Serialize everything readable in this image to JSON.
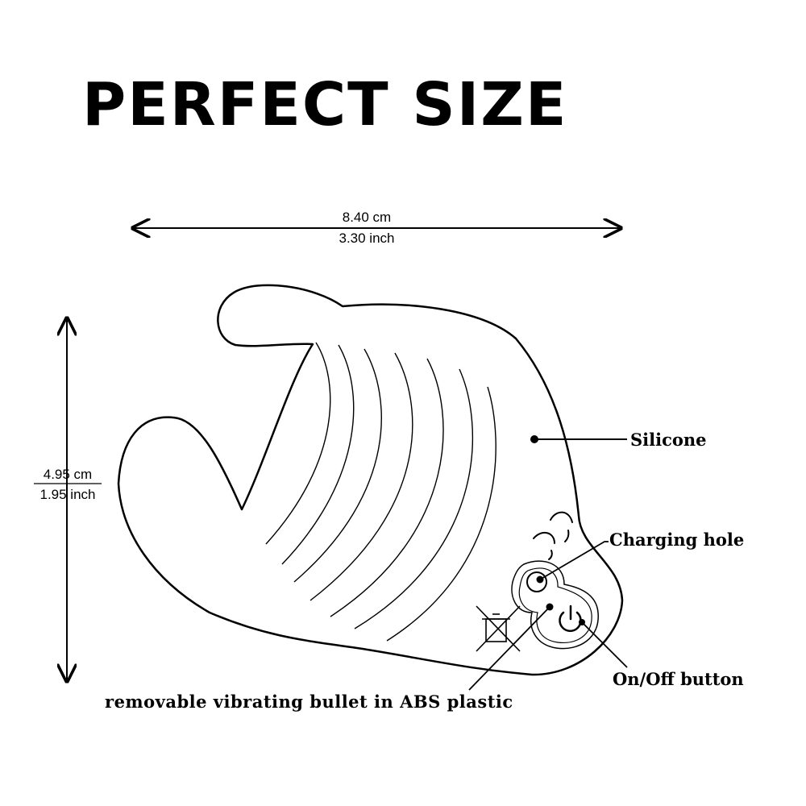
{
  "title": "PERFECT SIZE",
  "dimensions": {
    "width_cm": "8.40 cm",
    "width_inch": "3.30 inch",
    "height_cm": "4.95 cm",
    "height_inch": "1.95 inch"
  },
  "labels": {
    "silicone": "Silicone",
    "charging_hole": "Charging hole",
    "on_off_button": "On/Off button",
    "bullet": "removable vibrating bullet in ABS plastic"
  },
  "colors": {
    "ink": "#000000",
    "background": "#ffffff"
  }
}
